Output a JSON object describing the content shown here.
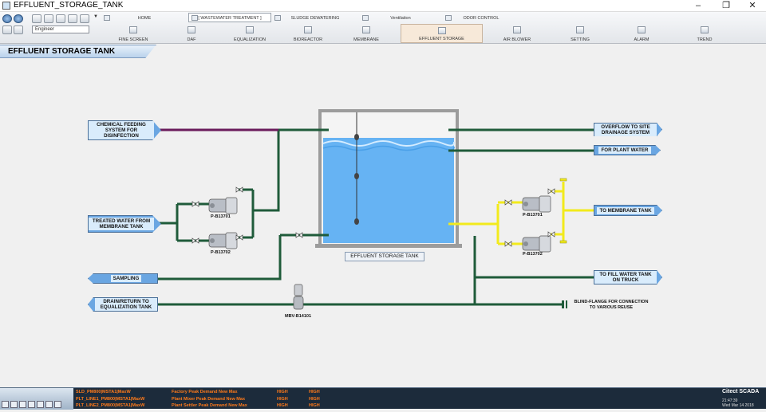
{
  "window": {
    "title": "EFFLUENT_STORAGE_TANK"
  },
  "toolbar": {
    "user": "Engineer"
  },
  "nav_top": [
    "HOME",
    "[ WASTEWATER TREATMENT ]",
    "SLUDGE DEWATERING",
    "Ventilation",
    "ODOR CONTROL"
  ],
  "nav_sub": [
    "FINE SCREEN",
    "DAF",
    "EQUALIZATION",
    "BIOREACTOR",
    "MEMBRANE",
    "EFFLUENT STORAGE",
    "AIR BLOWER",
    "SETTING",
    "ALARM",
    "TREND"
  ],
  "page": {
    "title": "EFFLUENT STORAGE TANK"
  },
  "diagram": {
    "tank_label": "EFFLUENT STORAGE TANK",
    "inputs": {
      "chemical": "CHEMICAL FEEDING SYSTEM FOR DISINFECTION",
      "treated": "TREATED WATER FROM MEMBRANE TANK",
      "sampling": "SAMPLING",
      "drain": "DRAIN/RETURN TO EQUALIZATION TANK"
    },
    "outputs": {
      "overflow": "OVERFLOW TO SITE DRAINAGE SYSTEM",
      "plant_water": "FOR PLANT WATER",
      "membrane": "TO MEMBRANE TANK",
      "fill_truck": "TO FILL WATER TANK ON TRUCK"
    },
    "pumps": {
      "left_1": "P-B13701",
      "left_2": "P-B13702",
      "right_1": "P-B13701",
      "right_2": "P-B13702"
    },
    "valve": "MBV-B14101",
    "blind_flange": "BLIND-FLANGE FOR CONNECTION TO VARIOUS REUSE",
    "colors": {
      "pipe": "#1f5b3a",
      "chem_pipe": "#6a1b5b",
      "highlight_pipe": "#f2ea1c",
      "water": "#66b3f3",
      "tank_wall": "#9c9c9c"
    }
  },
  "alarms": [
    {
      "tag": "SLD_PM800|MSTA1|MaxW",
      "desc": "Factory Peak Demand New Max",
      "p1": "HIGH",
      "p2": "HIGH"
    },
    {
      "tag": "PLT_LINE1_PM800|MSTA1|MaxW",
      "desc": "Plant Mixer Peak Demand New Max",
      "p1": "HIGH",
      "p2": "HIGH"
    },
    {
      "tag": "PLT_LINE2_PM800|MSTA1|MaxW",
      "desc": "Plant Settler Peak Demand New Max",
      "p1": "HIGH",
      "p2": "HIGH"
    }
  ],
  "status": {
    "brand": "Citect SCADA",
    "time": "21:47:39",
    "date": "Wed Mar 14 2018"
  }
}
